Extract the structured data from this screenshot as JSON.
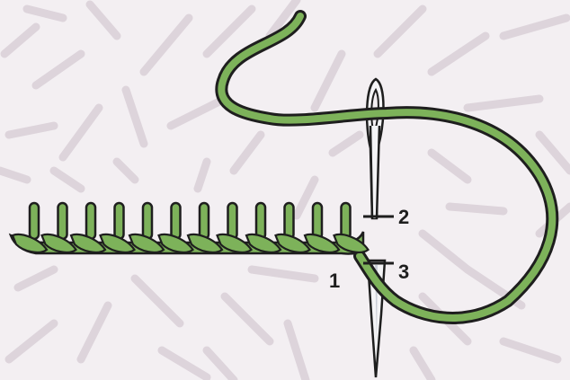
{
  "diagram": {
    "labels": {
      "point_1": "1",
      "point_2": "2",
      "point_3": "3"
    },
    "colors": {
      "background": "#f3eff2",
      "pattern": "#ddd4db",
      "thread_fill": "#7db25a",
      "thread_outline": "#1e1e1e",
      "needle_fill": "#f4f4f6",
      "needle_shade": "#c9cdd6"
    },
    "stitch_count": 12
  }
}
